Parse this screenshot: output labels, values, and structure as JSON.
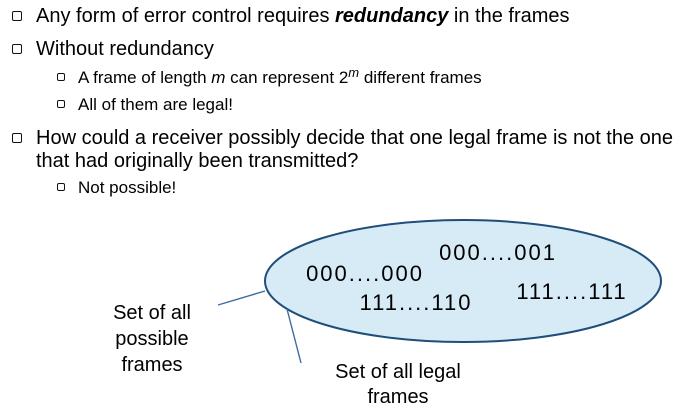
{
  "slide": {
    "bullets": {
      "b1": {
        "pre": "Any form of error control requires ",
        "em": "redundancy",
        "post": " in the frames"
      },
      "b2": {
        "text": "Without redundancy"
      },
      "b2a": {
        "pre": "A frame of length ",
        "var": "m",
        "mid": " can represent 2",
        "sup": "m",
        "post": " different frames"
      },
      "b2b": {
        "text": "All of them are legal!"
      },
      "b3": {
        "text": "How could a receiver possibly decide that one legal frame is not the one that had originally been transmitted?"
      },
      "b3a": {
        "text": "Not possible!"
      }
    },
    "diagram": {
      "strings": {
        "s1": "000....001",
        "s2": "000....000",
        "s3": "111....111",
        "s4": "111....110"
      },
      "label_possible": {
        "l1": "Set of all",
        "l2": "possible",
        "l3": "frames"
      },
      "label_legal": {
        "l1": "Set of all legal",
        "l2": "frames"
      },
      "colors": {
        "ellipse_fill": "#d7ebf7",
        "ellipse_stroke": "#1f4e79",
        "leader": "#3c6c9e"
      }
    }
  }
}
